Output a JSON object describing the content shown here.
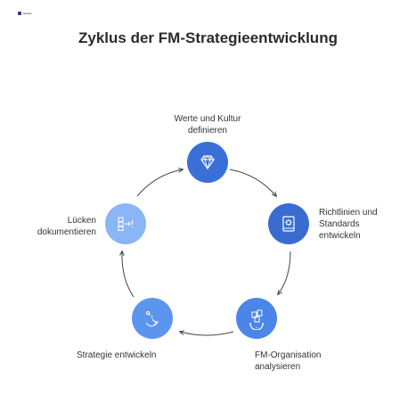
{
  "logo": {
    "text": "Napkin"
  },
  "title": "Zyklus der FM-Strategieentwicklung",
  "steps": [
    {
      "label_lines": [
        "Werte und Kultur",
        "definieren"
      ],
      "icon": "diamond-icon",
      "color": "#3b6fd8"
    },
    {
      "label_lines": [
        "Richtlinien und",
        "Standards",
        "entwickeln"
      ],
      "icon": "gear-book-icon",
      "color": "#3a6bd0"
    },
    {
      "label_lines": [
        "FM-Organisation",
        "analysieren"
      ],
      "icon": "org-gear-icon",
      "color": "#4a86e8"
    },
    {
      "label_lines": [
        "Strategie entwickeln"
      ],
      "icon": "path-icon",
      "color": "#5b95ee"
    },
    {
      "label_lines": [
        "Lücken",
        "dokumentieren"
      ],
      "icon": "gap-blocks-icon",
      "color": "#8bb6f5"
    }
  ],
  "colors": {
    "arrow": "#444444",
    "title": "#2b2b2b"
  }
}
